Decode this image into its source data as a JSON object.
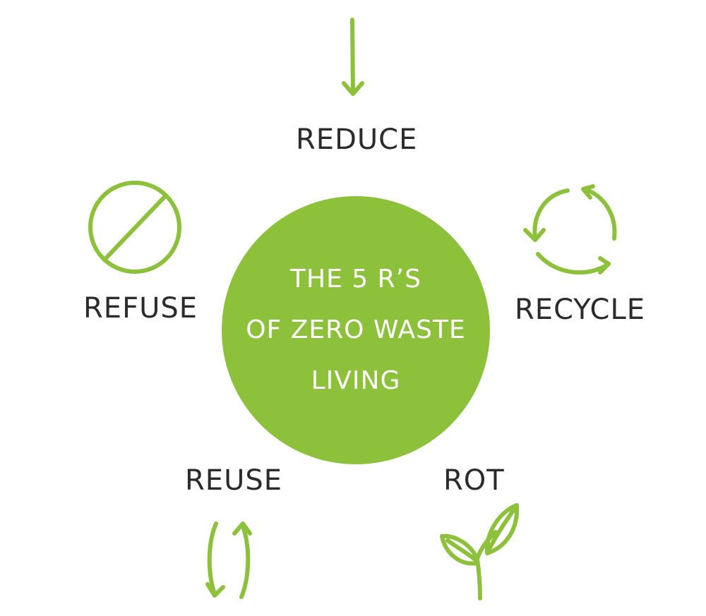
{
  "center": {
    "line1": "THE 5 R’S",
    "line2": "OF ZERO WASTE",
    "line3": "LIVING"
  },
  "items": {
    "reduce": {
      "label": "REDUCE",
      "icon": "down-arrow-icon"
    },
    "refuse": {
      "label": "REFUSE",
      "icon": "prohibited-icon"
    },
    "recycle": {
      "label": "RECYCLE",
      "icon": "recycle-icon"
    },
    "reuse": {
      "label": "REUSE",
      "icon": "reuse-arrows-icon"
    },
    "rot": {
      "label": "ROT",
      "icon": "sprout-icon"
    }
  },
  "colors": {
    "accent": "#8dc13c",
    "text": "#2b2b2b",
    "background": "#ffffff"
  }
}
